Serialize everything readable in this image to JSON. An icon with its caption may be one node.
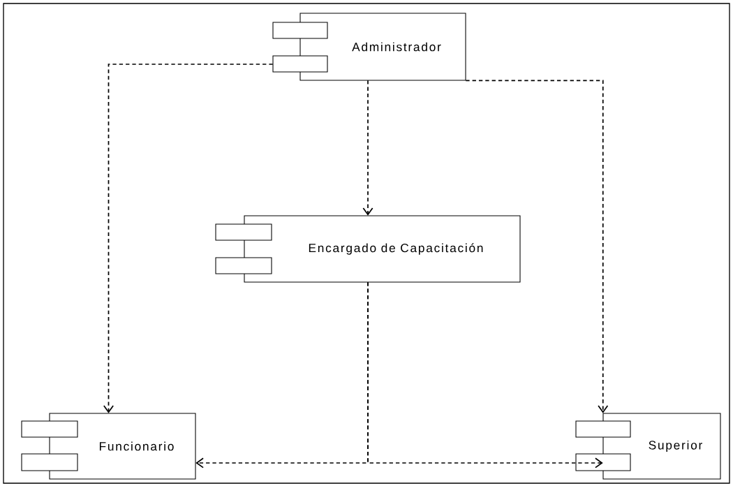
{
  "diagram": {
    "nodes": [
      {
        "text": [
          "Administrador"
        ]
      },
      {
        "text": [
          "Encargado de Capacitación"
        ]
      },
      {
        "text": [
          "Funcionario"
        ]
      },
      {
        "text": [
          "Superior"
        ]
      }
    ],
    "edges": [
      {
        "from": 0,
        "to": 2,
        "arrow": "to",
        "style": "dashed"
      },
      {
        "from": 0,
        "to": 1,
        "arrow": "to",
        "style": "dashed"
      },
      {
        "from": 0,
        "to": 3,
        "arrow": "to",
        "style": "dashed"
      },
      {
        "from": 1,
        "to": 2,
        "arrow": "to",
        "style": "dashed"
      },
      {
        "from": 1,
        "to": 3,
        "arrow": "to",
        "style": "dashed"
      }
    ]
  }
}
